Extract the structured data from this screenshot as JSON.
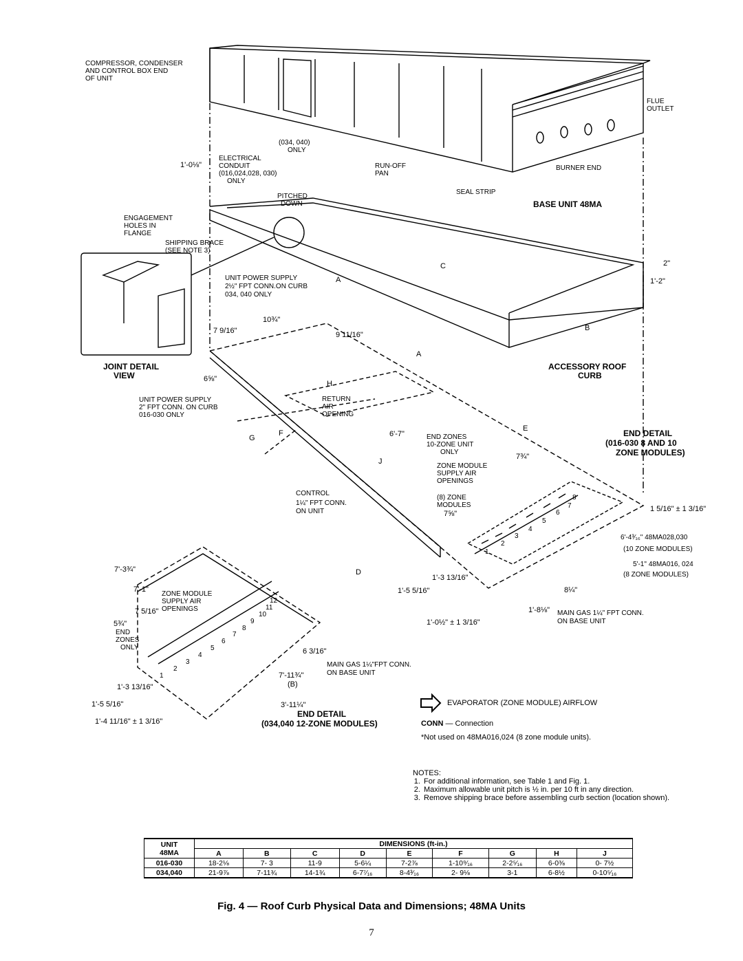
{
  "drawing": {
    "callouts": {
      "compressor_end": [
        "COMPRESSOR, CONDENSER",
        "AND CONTROL BOX END",
        "OF UNIT"
      ],
      "flue_outlet": [
        "FLUE",
        "OUTLET"
      ],
      "burner_end": "BURNER END",
      "base_unit": "BASE UNIT 48MA",
      "only_034_040": [
        "(034, 040)",
        "ONLY"
      ],
      "electrical_conduit": [
        "ELECTRICAL",
        "CONDUIT",
        "(016,024,028, 030)",
        "ONLY"
      ],
      "runoff_pan": [
        "RUN-OFF",
        "PAN"
      ],
      "pitched_down": [
        "PITCHED",
        "DOWN"
      ],
      "seal_strip": "SEAL STRIP",
      "engagement_holes": [
        "ENGAGEMENT",
        "HOLES IN",
        "FLANGE"
      ],
      "shipping_brace": [
        "SHIPPING BRACE",
        "(SEE NOTE 3)"
      ],
      "joint_detail": [
        "JOINT DETAIL",
        "VIEW"
      ],
      "unit_power_supply_1": [
        "UNIT POWER SUPPLY",
        "2½\" FPT CONN.ON CURB",
        "034, 040 ONLY"
      ],
      "unit_power_supply_2": [
        "UNIT POWER SUPPLY",
        "2\" FPT CONN. ON CURB",
        "016-030 ONLY"
      ],
      "accessory_roof_curb": [
        "ACCESSORY ROOF",
        "CURB"
      ],
      "return_air": [
        "RETURN",
        "AIR",
        "OPENING"
      ],
      "end_detail_1": [
        "END DETAIL",
        "(016-030 8 AND 10",
        "ZONE MODULES)"
      ],
      "end_zones_1": [
        "END ZONES",
        "10-ZONE UNIT",
        "ONLY"
      ],
      "zone_module_openings_1": [
        "ZONE MODULE",
        "SUPPLY AIR",
        "OPENINGS"
      ],
      "eight_zone_modules": [
        "(8) ZONE",
        "MODULES"
      ],
      "control": [
        "CONTROL",
        "1¼\" FPT CONN.",
        "ON UNIT"
      ],
      "model_028_030": [
        "6'-4³⁄₁₆\" 48MA028,030",
        "(10 ZONE MODULES)"
      ],
      "model_016_024": [
        "5'-1\" 48MA016, 024",
        "(8 ZONE MODULES)"
      ],
      "main_gas_1": [
        "MAIN GAS 1¼\" FPT CONN.",
        "ON BASE UNIT"
      ],
      "zone_module_openings_2": [
        "ZONE MODULE",
        "SUPPLY AIR",
        "OPENINGS"
      ],
      "end_zones_2": [
        "END",
        "ZONES",
        "ONLY"
      ],
      "main_gas_2": [
        "MAIN GAS 1¼\"FPT CONN.",
        "ON BASE UNIT"
      ],
      "end_detail_2": [
        "END DETAIL",
        "(034,040 12-ZONE MODULES)"
      ]
    },
    "dimensions": [
      "1'-0⅛\"",
      "2\"",
      "1'-2\"",
      "7 9/16\"",
      "10¾\"",
      "9 11/16\"",
      "6⅝\"",
      "6'-7\"",
      "7¾\"",
      "7⅝\"",
      "1 5/16\" ± 1 3/16\"",
      "1'-3 13/16\"",
      "1'-5 5/16\"",
      "1'-0½\" ± 1 3/16\"",
      "1'-8⅛\"",
      "8¼\"",
      "7'-3¾\"",
      "7'-1\"",
      "5¾\"",
      "7 5/16\"",
      "6 3/16\"",
      "7'-11¾\"",
      "(B)",
      "3'-11¼\"",
      "1'-3 13/16\"",
      "1'-5 5/16\"",
      "1'-4 11/16\" ± 1 3/16\""
    ],
    "letters": [
      "A",
      "A",
      "B",
      "C",
      "D",
      "E",
      "F",
      "G",
      "H",
      "J"
    ],
    "zone_numbers_1": [
      "1",
      "2",
      "3",
      "4",
      "5",
      "6",
      "7",
      "8"
    ],
    "zone_numbers_2": [
      "1",
      "2",
      "3",
      "4",
      "5",
      "6",
      "7",
      "8",
      "9",
      "10",
      "11",
      "12"
    ]
  },
  "legend": {
    "airflow_label": "EVAPORATOR (ZONE MODULE) AIRFLOW",
    "conn_abbr": "CONN",
    "conn_dash": " — ",
    "conn_meaning": "Connection",
    "footnote": "*Not used on 48MA016,024 (8 zone module units)."
  },
  "notes": {
    "heading": "NOTES:",
    "items": [
      "For additional information, see Table 1 and Fig. 1.",
      "Maximum allowable unit pitch is ½ in. per 10 ft in any direction.",
      "Remove shipping brace before assembling curb section (location shown)."
    ]
  },
  "table": {
    "unit_header": [
      "UNIT",
      "48MA"
    ],
    "group_header": "DIMENSIONS (ft-in.)",
    "columns": [
      "A",
      "B",
      "C",
      "D",
      "E",
      "F",
      "G",
      "H",
      "J"
    ],
    "rows": [
      {
        "unit": "016-030",
        "values": [
          "18-2⅛",
          "7- 3",
          "11-9",
          "5-6¼",
          "7-2⅞",
          "1-10⁹⁄₁₆",
          "2-2⁵⁄₁₆",
          "6-0⅜",
          "0- 7½"
        ]
      },
      {
        "unit": "034,040",
        "values": [
          "21-9⅞",
          "7-11¾",
          "14-1¾",
          "6-7⁷⁄₁₆",
          "8-4³⁄₁₆",
          "2- 9⅛",
          "3-1",
          "6-8½",
          "0-10⁵⁄₁₆"
        ]
      }
    ]
  },
  "caption": "Fig. 4 — Roof Curb Physical Data and Dimensions; 48MA Units",
  "page_number": "7"
}
